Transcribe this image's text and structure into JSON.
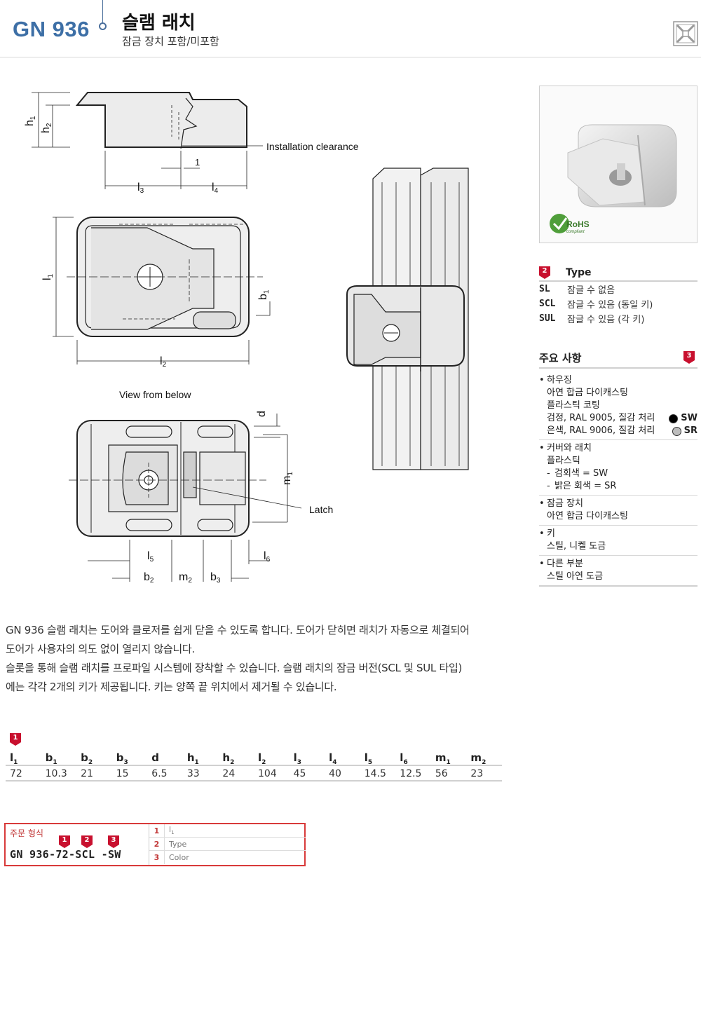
{
  "header": {
    "product_code": "GN 936",
    "title": "슬램 래치",
    "subtitle": "잠금 장치 포함/미포함"
  },
  "drawing": {
    "installation_clearance": "Installation clearance",
    "clearance_value": "1",
    "view_from_below": "View from below",
    "latch": "Latch",
    "labels": {
      "h1": "h",
      "h2": "h",
      "l1": "l",
      "l2": "l",
      "l3": "l",
      "l4": "l",
      "l5": "l",
      "l6": "l",
      "b1": "b",
      "b2": "b",
      "b3": "b",
      "m1": "m",
      "m2": "m",
      "d": "d",
      "s1": "1",
      "s2": "2",
      "s3": "3",
      "s4": "4",
      "s5": "5",
      "s6": "6"
    }
  },
  "photo": {
    "rohs": "RoHS",
    "compliant": "compliant"
  },
  "type_section": {
    "badge": "2",
    "heading": "Type",
    "rows": [
      {
        "code": "SL",
        "desc": "잠글 수 없음"
      },
      {
        "code": "SCL",
        "desc": "잠글 수 있음 (동일 키)"
      },
      {
        "code": "SUL",
        "desc": "잠글 수 있음 (각 키)"
      }
    ]
  },
  "notes": {
    "title": "주요 사항",
    "badge": "3",
    "housing": {
      "label": "하우징",
      "l1": "아연 합금 다이캐스팅",
      "l2": "플라스틱 코팅",
      "c1": "검정, RAL 9005, 질감 처리",
      "c1_code": "SW",
      "c2": "은색, RAL 9006, 질감 처리",
      "c2_code": "SR"
    },
    "cover": {
      "label": "커버와 래치",
      "l1": "플라스틱",
      "d1": "검회색 = SW",
      "d2": "밝은 회색 = SR"
    },
    "lock": {
      "label": "잠금 장치",
      "l1": "아연 합금 다이캐스팅"
    },
    "key": {
      "label": "키",
      "l1": "스틸, 니켈 도금"
    },
    "other": {
      "label": "다른 부분",
      "l1": "스틸 아연 도금"
    }
  },
  "description": {
    "p1a": "GN 936 슬램 래치는 도어와 클로저를 쉽게 닫을 수 있도록 합니다. 도어가 닫히면 래치가 자동으로 체결되어",
    "p1b": "도어가 사용자의 의도 없이 열리지 않습니다.",
    "p2a": "슬롯을 통해 슬램 래치를 프로파일 시스템에 장착할 수 있습니다. 슬램 래치의 잠금 버전(SCL 및 SUL 타입)",
    "p2b": "에는 각각 2개의 키가 제공됩니다. 키는 양쪽 끝 위치에서 제거될 수 있습니다."
  },
  "dimensions": {
    "badge": "1",
    "headers": [
      {
        "s": "l",
        "sub": "1"
      },
      {
        "s": "b",
        "sub": "1"
      },
      {
        "s": "b",
        "sub": "2"
      },
      {
        "s": "b",
        "sub": "3"
      },
      {
        "s": "d",
        "sub": ""
      },
      {
        "s": "h",
        "sub": "1"
      },
      {
        "s": "h",
        "sub": "2"
      },
      {
        "s": "l",
        "sub": "2"
      },
      {
        "s": "l",
        "sub": "3"
      },
      {
        "s": "l",
        "sub": "4"
      },
      {
        "s": "l",
        "sub": "5"
      },
      {
        "s": "l",
        "sub": "6"
      },
      {
        "s": "m",
        "sub": "1"
      },
      {
        "s": "m",
        "sub": "2"
      }
    ],
    "values": [
      "72",
      "10.3",
      "21",
      "15",
      "6.5",
      "33",
      "24",
      "104",
      "45",
      "40",
      "14.5",
      "12.5",
      "56",
      "23"
    ]
  },
  "order": {
    "label": "주문 형식",
    "code": "GN 936-72-SCL -SW",
    "b1": "1",
    "b2": "2",
    "b3": "3",
    "legend": [
      {
        "num": "1",
        "text": "l",
        "sub": "1"
      },
      {
        "num": "2",
        "text": "Type",
        "sub": ""
      },
      {
        "num": "3",
        "text": "Color",
        "sub": ""
      }
    ]
  },
  "colors": {
    "brand_blue": "#3d6fa6",
    "badge_red": "#c8102e",
    "order_border": "#d83a3a"
  }
}
